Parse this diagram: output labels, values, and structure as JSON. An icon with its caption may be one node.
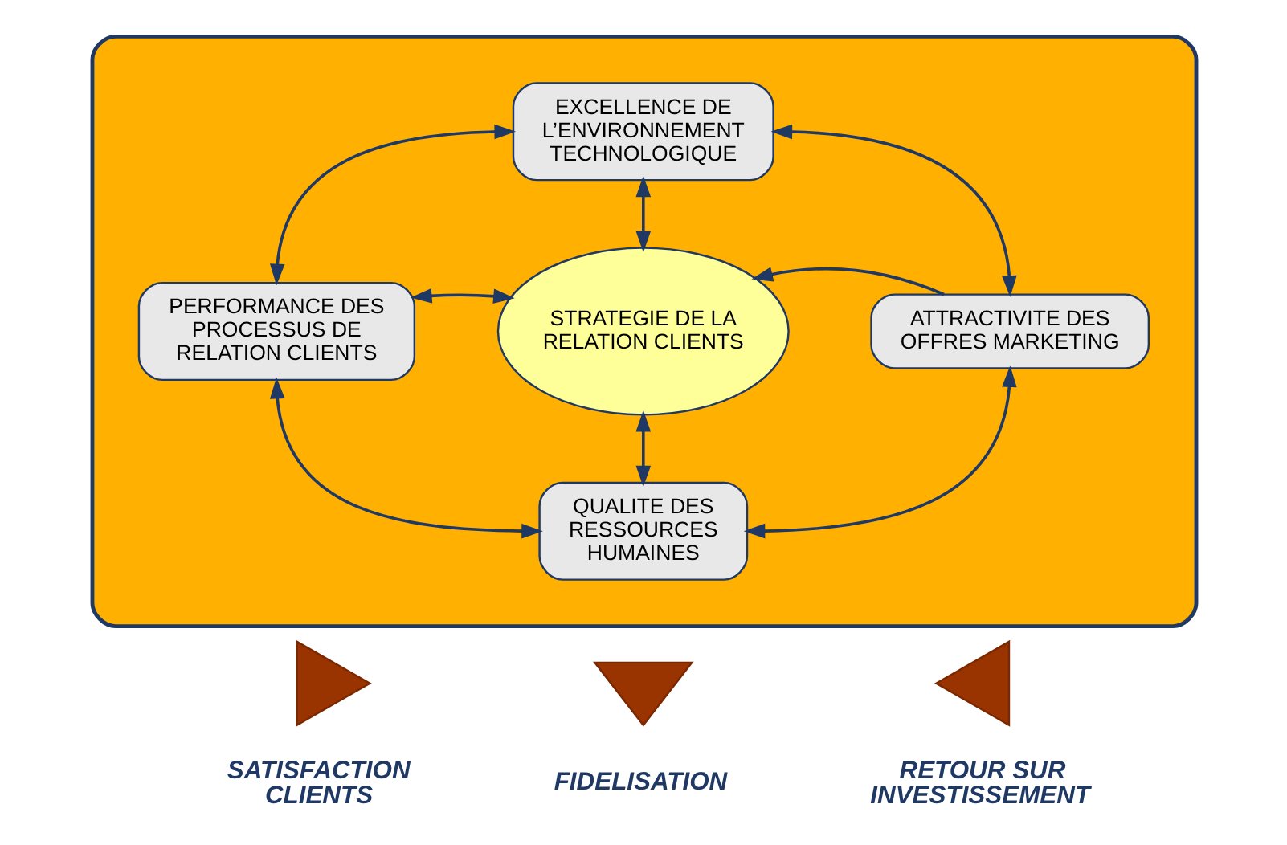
{
  "diagram": {
    "nodes": [
      {
        "text": [],
        "shape": "ellipse"
      },
      {
        "text": [
          "EXCELLENCE DE L’ENVIRONNEMENT TECHNOLOGIQUE"
        ],
        "in": 0
      },
      {
        "text": [
          "PERFORMANCE DES PROCESSUS DE RELATION CLIENTS"
        ],
        "in": 0
      },
      {
        "text": [
          "STRATEGIE DE LA RELATION CLIENTS"
        ],
        "in": 0
      },
      {
        "text": [
          "ATTRACTIVITE DES OFFRES MARKETING"
        ],
        "in": 0
      },
      {
        "text": [
          "QUALITE DES RESSOURCES HUMAINES"
        ],
        "in": 0
      },
      {
        "text": [],
        "shape": "triangle",
        "beside": [
          "SATISFACTION CLIENTS"
        ]
      },
      {
        "text": [],
        "shape": "triangle",
        "beside": [
          "FIDELISATION"
        ]
      },
      {
        "text": [],
        "shape": "triangle",
        "beside": [
          "RETOUR SUR INVESTISSEMENT"
        ]
      }
    ],
    "edges": [
      {
        "from": 1,
        "to": 3,
        "arrow": "both"
      },
      {
        "from": 2,
        "to": 3,
        "arrow": "both"
      },
      {
        "from": 4,
        "to": 3,
        "arrow": "to"
      },
      {
        "from": 3,
        "to": 5,
        "arrow": "both"
      },
      {
        "from": 1,
        "to": 2,
        "arrow": "both"
      },
      {
        "from": 1,
        "to": 4,
        "arrow": "both"
      },
      {
        "from": 2,
        "to": 5,
        "arrow": "both"
      },
      {
        "from": 4,
        "to": 5,
        "arrow": "both"
      }
    ]
  }
}
